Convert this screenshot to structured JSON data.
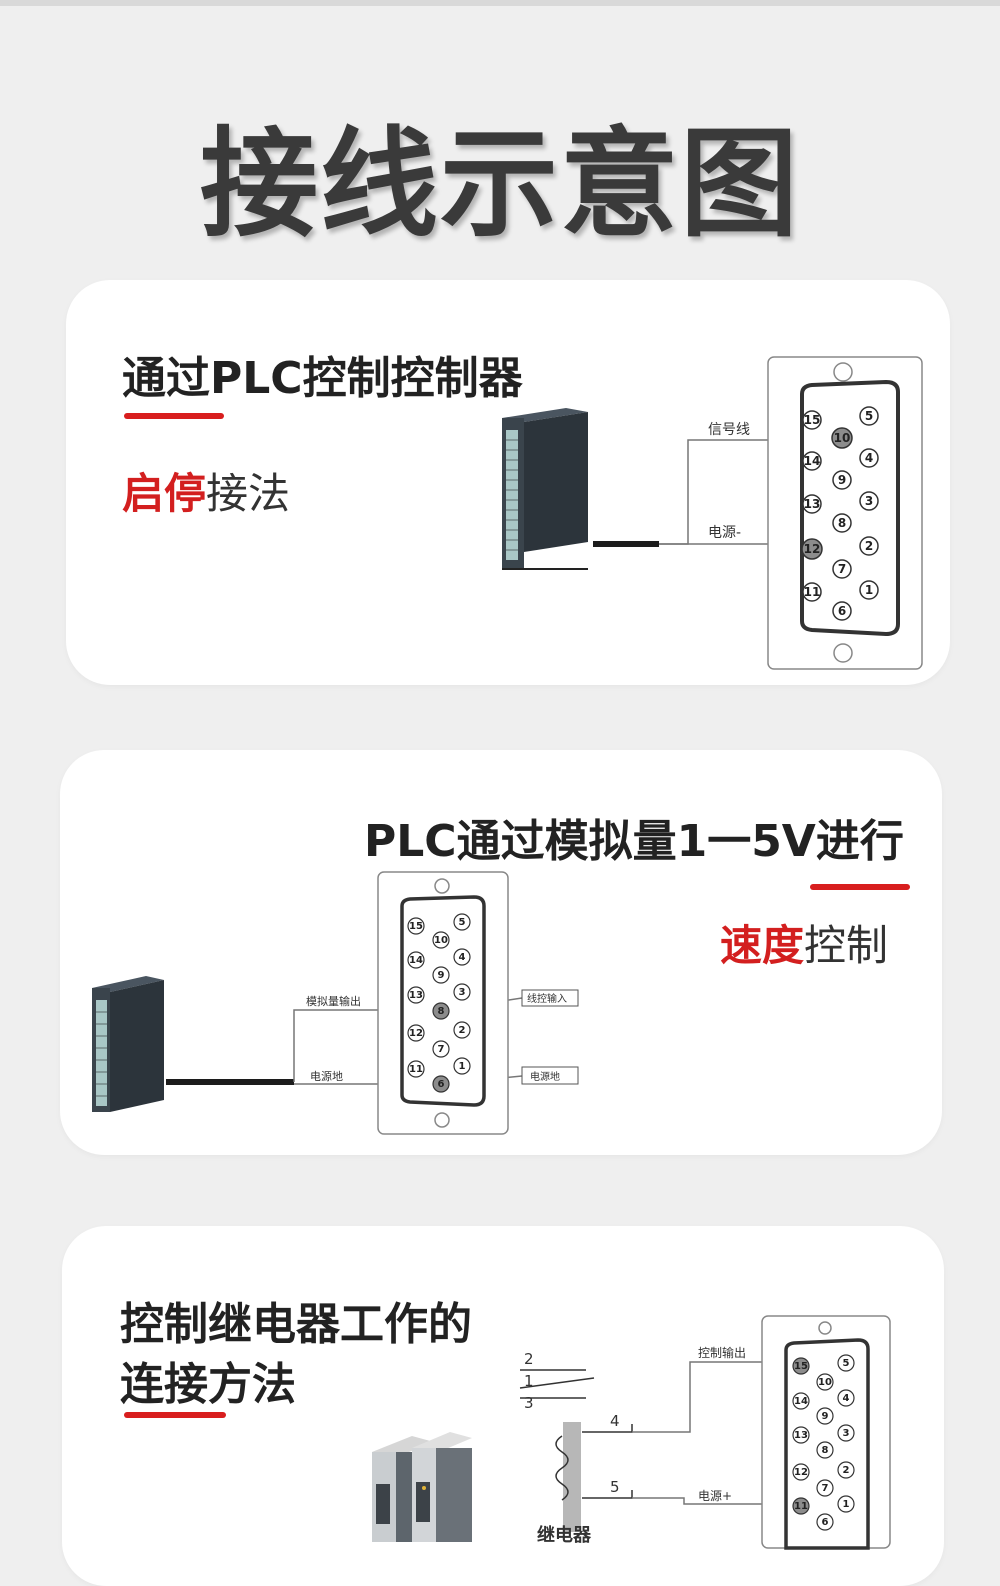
{
  "page": {
    "title": "接线示意图"
  },
  "section1": {
    "heading": "通过PLC控制控制器",
    "sub_accent": "启停",
    "sub_rest": "接法",
    "wire_labels": {
      "signal": "信号线",
      "power": "电源-"
    },
    "pins": {
      "row_top": [
        "15",
        "5"
      ],
      "p10": "10",
      "p14": "14",
      "p4": "4",
      "p9": "9",
      "p13": "13",
      "p3": "3",
      "p8": "8",
      "p12": "12",
      "p2": "2",
      "p7": "7",
      "p11": "11",
      "p1": "1",
      "p6": "6"
    }
  },
  "section2": {
    "heading": "PLC通过模拟量1一5V进行",
    "sub_accent": "速度",
    "sub_rest": "控制",
    "wire_labels": {
      "analog_out": "模拟量输出",
      "power_ground": "电源地",
      "remote_input": "线控输入",
      "power_ground_right": "电源地"
    }
  },
  "section3": {
    "heading_line1": "控制继电器工作的",
    "heading_line2": "连接方法",
    "relay_label": "继电器",
    "contact_numbers": [
      "2",
      "1",
      "3",
      "4",
      "5"
    ],
    "wire_labels": {
      "control_out": "控制输出",
      "power_plus": "电源+"
    }
  },
  "colors": {
    "accent": "#d31f1f",
    "card": "#ffffff",
    "background": "#efefef",
    "highlight_pin": "#8c8c8c"
  }
}
